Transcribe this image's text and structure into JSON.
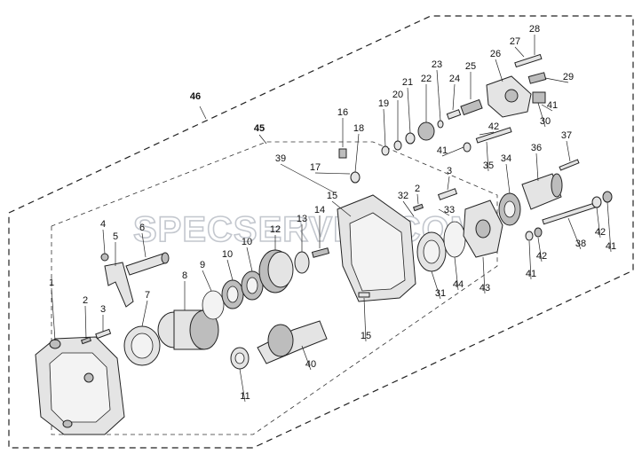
{
  "watermark": "SPECSERVER.COM",
  "assemblies": [
    {
      "id": "46",
      "label": "46"
    },
    {
      "id": "45",
      "label": "45"
    }
  ],
  "callouts": [
    {
      "label": "1"
    },
    {
      "label": "2"
    },
    {
      "label": "3"
    },
    {
      "label": "4"
    },
    {
      "label": "5"
    },
    {
      "label": "6"
    },
    {
      "label": "7"
    },
    {
      "label": "8"
    },
    {
      "label": "9"
    },
    {
      "label": "10"
    },
    {
      "label": "10"
    },
    {
      "label": "11"
    },
    {
      "label": "12"
    },
    {
      "label": "13"
    },
    {
      "label": "14"
    },
    {
      "label": "15"
    },
    {
      "label": "15"
    },
    {
      "label": "16"
    },
    {
      "label": "17"
    },
    {
      "label": "18"
    },
    {
      "label": "19"
    },
    {
      "label": "20"
    },
    {
      "label": "21"
    },
    {
      "label": "22"
    },
    {
      "label": "23"
    },
    {
      "label": "24"
    },
    {
      "label": "25"
    },
    {
      "label": "26"
    },
    {
      "label": "27"
    },
    {
      "label": "28"
    },
    {
      "label": "29"
    },
    {
      "label": "30"
    },
    {
      "label": "41"
    },
    {
      "label": "42"
    },
    {
      "label": "41"
    },
    {
      "label": "35"
    },
    {
      "label": "34"
    },
    {
      "label": "36"
    },
    {
      "label": "37"
    },
    {
      "label": "3"
    },
    {
      "label": "2"
    },
    {
      "label": "32"
    },
    {
      "label": "33"
    },
    {
      "label": "39"
    },
    {
      "label": "31"
    },
    {
      "label": "44"
    },
    {
      "label": "43"
    },
    {
      "label": "41"
    },
    {
      "label": "42"
    },
    {
      "label": "38"
    },
    {
      "label": "42"
    },
    {
      "label": "41"
    },
    {
      "label": "40"
    }
  ]
}
